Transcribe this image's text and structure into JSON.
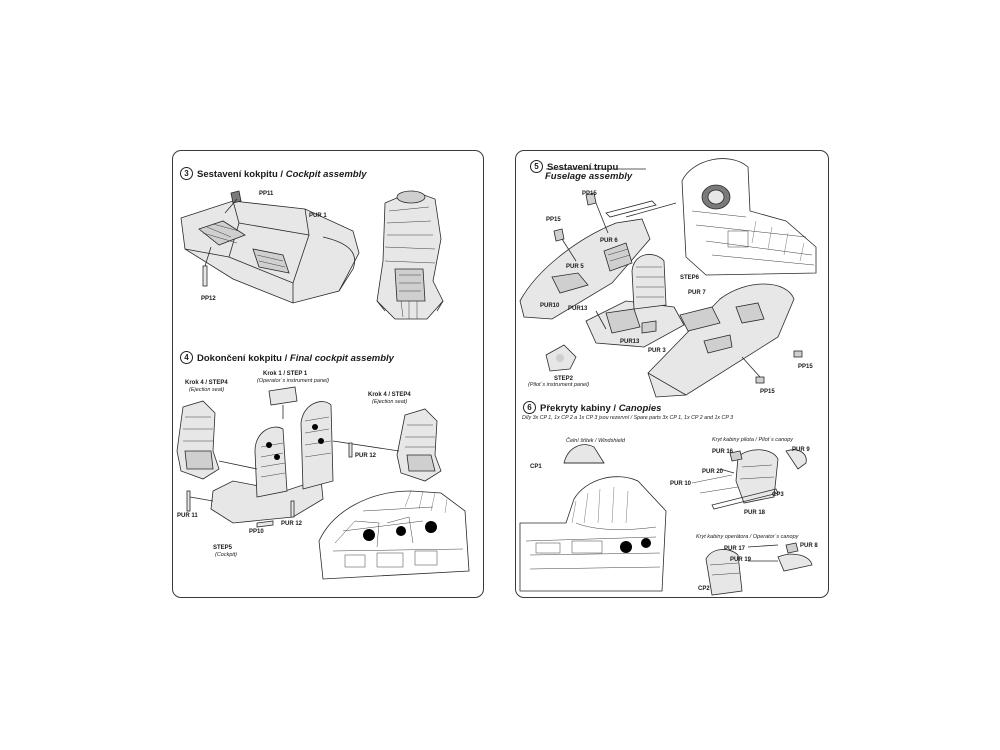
{
  "steps": {
    "s3": {
      "num": "3",
      "title": "Sestavení kokpitu /",
      "title_en": "Cockpit assembly"
    },
    "s4": {
      "num": "4",
      "title": "Dokončení kokpitu /",
      "title_en": "Final cockpit assembly"
    },
    "s5": {
      "num": "5",
      "title": "Sestavení trupu",
      "title_en": "Fuselage assembly"
    },
    "s6": {
      "num": "6",
      "title": "Překryty kabiny /",
      "title_en": "Canopies"
    }
  },
  "labels": {
    "pp11": "PP11",
    "pur1": "PUR 1",
    "pp12": "PP12",
    "krok1": "Krok 1 / STEP 1",
    "krok1_sub": "(Operator´s instrument panel)",
    "krok4_left": "Krok 4 / STEP4",
    "krok4_left_sub": "(Ejection seat)",
    "krok4_right": "Krok 4 / STEP4",
    "krok4_right_sub": "(Ejection seat)",
    "pur12_a": "PUR 12",
    "pur11": "PUR 11",
    "pur12_b": "PUR 12",
    "pp10": "PP10",
    "step5": "STEP5",
    "step5_sub": "(Cockpit)",
    "pp15_a": "PP15",
    "pp15_b": "PP15",
    "pur6": "PUR 6",
    "pur5": "PUR 5",
    "pur10_a": "PUR10",
    "pur13_a": "PUR13",
    "pur13_b": "PUR13",
    "step6": "STEP6",
    "pur7": "PUR 7",
    "pur3": "PUR 3",
    "step2": "STEP2",
    "step2_sub": "(Pilot´s instrument panel)",
    "pp15_c": "PP15",
    "pp15_d": "PP15",
    "canopy_note": "Díly 3x CP 1, 1x CP 2 a 1x CP 3 jsou rezervní / Spare parts 3x CP 1, 1x CP 2 and 1x CP 3",
    "windshield": "Čelní štítek / Windshield",
    "cp1": "CP1",
    "pilot_canopy": "Kryt kabiny pilota / Pilot´s canopy",
    "pur16": "PUR 16",
    "pur9": "PUR 9",
    "pur20": "PUR 20",
    "pur10_b": "PUR 10",
    "cp3": "CP3",
    "pur18": "PUR 18",
    "operator_canopy": "Kryt kabiny operátora / Operator´s canopy",
    "pur17": "PUR 17",
    "pur8": "PUR 8",
    "pur19": "PUR 19",
    "cp2": "CP2"
  }
}
